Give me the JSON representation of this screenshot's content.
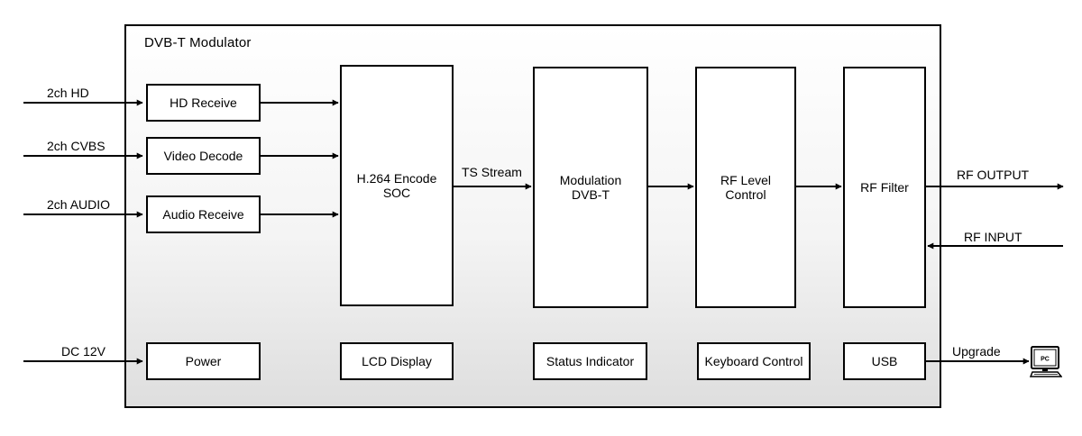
{
  "diagram": {
    "title": "DVB-T Modulator",
    "inputs": {
      "hd": "2ch HD",
      "cvbs": "2ch CVBS",
      "audio": "2ch AUDIO",
      "dc": "DC 12V"
    },
    "blocks": {
      "hd_receive": "HD Receive",
      "video_decode": "Video Decode",
      "audio_receive": "Audio Receive",
      "encoder": "H.264 Encode\nSOC",
      "modulation": "Modulation\nDVB-T",
      "rf_level": "RF Level\nControl",
      "rf_filter": "RF Filter",
      "power": "Power",
      "lcd": "LCD Display",
      "status": "Status Indicator",
      "keyboard": "Keyboard Control",
      "usb": "USB"
    },
    "connections": {
      "ts_stream": "TS Stream",
      "rf_output": "RF OUTPUT",
      "rf_input": "RF INPUT",
      "upgrade": "Upgrade"
    },
    "pc_label": "PC",
    "colors": {
      "line": "#000000",
      "block_fill": "#ffffff",
      "enclosure_top": "#ffffff",
      "enclosure_bottom": "#dedede"
    },
    "icons": {
      "pc": "computer-monitor-icon"
    }
  }
}
